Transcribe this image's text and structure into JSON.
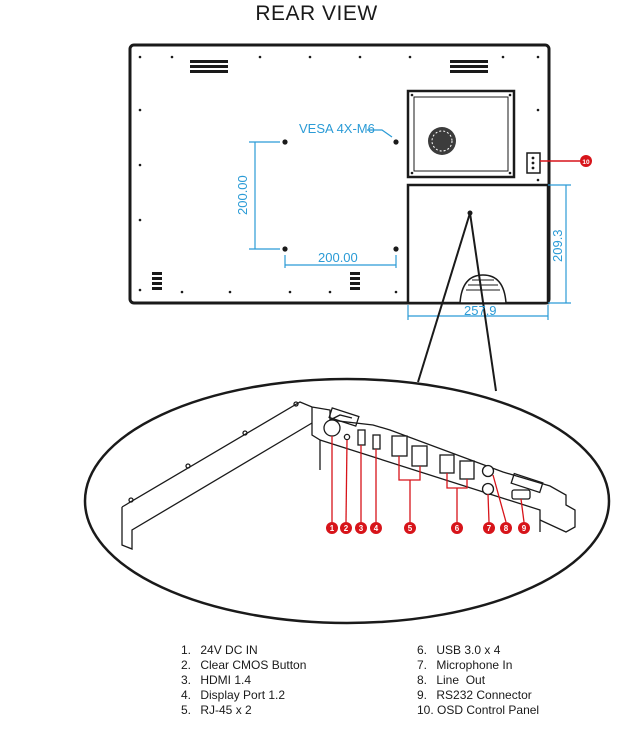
{
  "title": "REAR VIEW",
  "vesa_label": "VESA 4X-M6",
  "dimensions": {
    "vertical_left": "200.00",
    "horizontal_bottom": "200.00",
    "io_height": "209.3",
    "io_width": "257.9"
  },
  "callout_numbers": [
    "1",
    "2",
    "3",
    "4",
    "5",
    "6",
    "7",
    "8",
    "9",
    "10"
  ],
  "legend": {
    "left": [
      {
        "num": "1.",
        "text": "24V DC IN"
      },
      {
        "num": "2.",
        "text": "Clear CMOS Button"
      },
      {
        "num": "3.",
        "text": "HDMI 1.4"
      },
      {
        "num": "4.",
        "text": "Display Port 1.2"
      },
      {
        "num": "5.",
        "text": "RJ-45 x 2"
      }
    ],
    "right": [
      {
        "num": "6.",
        "text": "USB 3.0 x 4"
      },
      {
        "num": "7.",
        "text": "Microphone In"
      },
      {
        "num": "8.",
        "text": "Line  Out"
      },
      {
        "num": "9.",
        "text": "RS232 Connector"
      },
      {
        "num": "10.",
        "text": "OSD Control Panel"
      }
    ]
  },
  "colors": {
    "outline": "#1a1a1a",
    "dimension": "#2b9bd6",
    "callout": "#d7141a"
  }
}
